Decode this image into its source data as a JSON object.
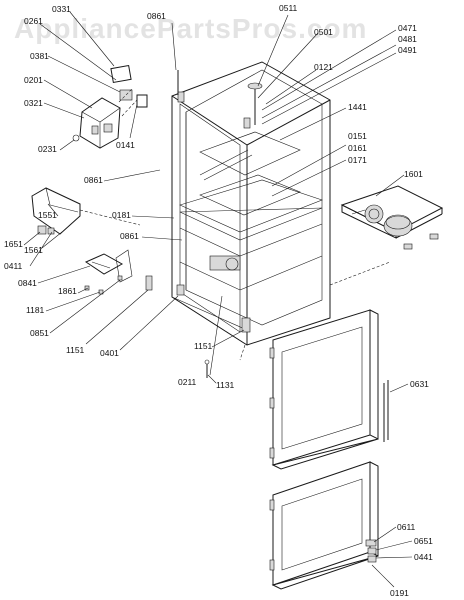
{
  "watermark": "AppliancePartsPros.com",
  "labels": [
    {
      "id": "0331",
      "text": "0331"
    },
    {
      "id": "0511",
      "text": "0511"
    },
    {
      "id": "0861a",
      "text": "0861"
    },
    {
      "id": "0261",
      "text": "0261"
    },
    {
      "id": "0381",
      "text": "0381"
    },
    {
      "id": "0501",
      "text": "0501"
    },
    {
      "id": "0471",
      "text": "0471"
    },
    {
      "id": "0481",
      "text": "0481"
    },
    {
      "id": "0491",
      "text": "0491"
    },
    {
      "id": "0201",
      "text": "0201"
    },
    {
      "id": "0121",
      "text": "0121"
    },
    {
      "id": "0321",
      "text": "0321"
    },
    {
      "id": "1441",
      "text": "1441"
    },
    {
      "id": "0141",
      "text": "0141"
    },
    {
      "id": "0231",
      "text": "0231"
    },
    {
      "id": "0151",
      "text": "0151"
    },
    {
      "id": "0161",
      "text": "0161"
    },
    {
      "id": "0171",
      "text": "0171"
    },
    {
      "id": "0861b",
      "text": "0861"
    },
    {
      "id": "1601",
      "text": "1601"
    },
    {
      "id": "1551",
      "text": "1551"
    },
    {
      "id": "0181",
      "text": "0181"
    },
    {
      "id": "0861c",
      "text": "0861"
    },
    {
      "id": "1651",
      "text": "1651"
    },
    {
      "id": "0411",
      "text": "0411"
    },
    {
      "id": "1561",
      "text": "1561"
    },
    {
      "id": "0841",
      "text": "0841"
    },
    {
      "id": "1861",
      "text": "1861"
    },
    {
      "id": "1181",
      "text": "1181"
    },
    {
      "id": "0851",
      "text": "0851"
    },
    {
      "id": "1151a",
      "text": "1151"
    },
    {
      "id": "0401",
      "text": "0401"
    },
    {
      "id": "1151b",
      "text": "1151"
    },
    {
      "id": "0211",
      "text": "0211"
    },
    {
      "id": "1131",
      "text": "1131"
    },
    {
      "id": "0631",
      "text": "0631"
    },
    {
      "id": "0611",
      "text": "0611"
    },
    {
      "id": "0651",
      "text": "0651"
    },
    {
      "id": "0441",
      "text": "0441"
    },
    {
      "id": "0191",
      "text": "0191"
    }
  ]
}
